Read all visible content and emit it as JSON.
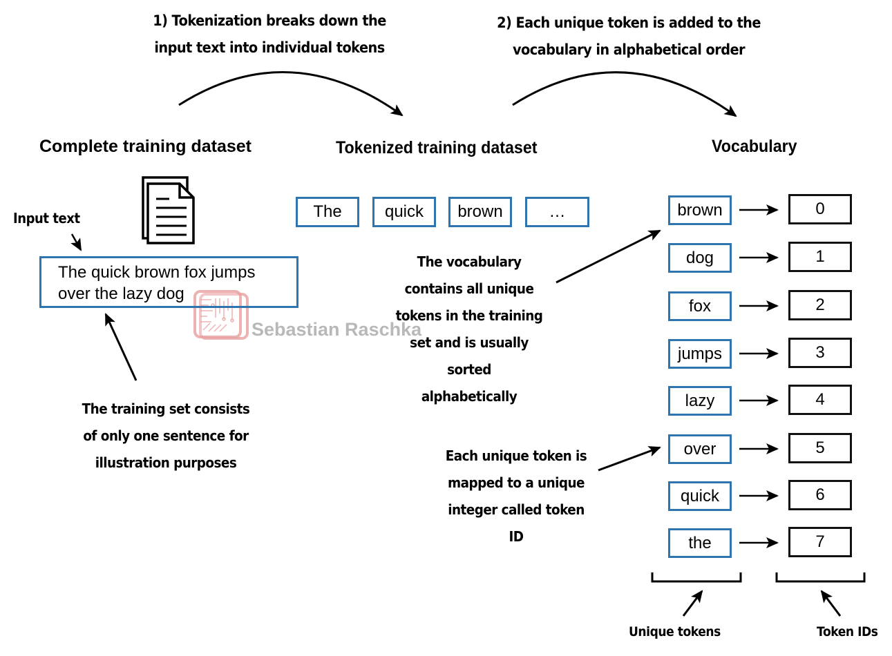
{
  "steps": {
    "step1": [
      "1) Tokenization breaks down the",
      "input text into individual tokens"
    ],
    "step2": [
      "2) Each unique token is added to the",
      "vocabulary in alphabetical order"
    ]
  },
  "sections": {
    "complete": "Complete training dataset",
    "tokenized": "Tokenized training dataset",
    "vocabulary": "Vocabulary"
  },
  "input": {
    "label": "Input text",
    "text_lines": [
      "The quick brown fox jumps",
      "over the lazy dog"
    ]
  },
  "tokenized_tokens": [
    "The",
    "quick",
    "brown",
    "…"
  ],
  "vocabulary": [
    {
      "token": "brown",
      "id": "0"
    },
    {
      "token": "dog",
      "id": "1"
    },
    {
      "token": "fox",
      "id": "2"
    },
    {
      "token": "jumps",
      "id": "3"
    },
    {
      "token": "lazy",
      "id": "4"
    },
    {
      "token": "over",
      "id": "5"
    },
    {
      "token": "quick",
      "id": "6"
    },
    {
      "token": "the",
      "id": "7"
    }
  ],
  "notes": {
    "training_set": [
      "The training set consists",
      "of only one sentence for",
      "illustration purposes"
    ],
    "vocab_contains": [
      "The vocabulary",
      "contains all unique",
      "tokens in the training",
      "set and is usually",
      "sorted",
      "alphabetically"
    ],
    "mapping": [
      "Each unique token is",
      "mapped to a unique",
      "integer called token",
      "ID"
    ]
  },
  "bracket_labels": {
    "unique_tokens": "Unique tokens",
    "token_ids": "Token IDs"
  },
  "watermark": "Sebastian Raschka",
  "colors": {
    "token_border": "#2e75b0",
    "id_border": "#111111",
    "watermark_red": "#e8a0a0",
    "watermark_gray": "#b8b8b8"
  }
}
